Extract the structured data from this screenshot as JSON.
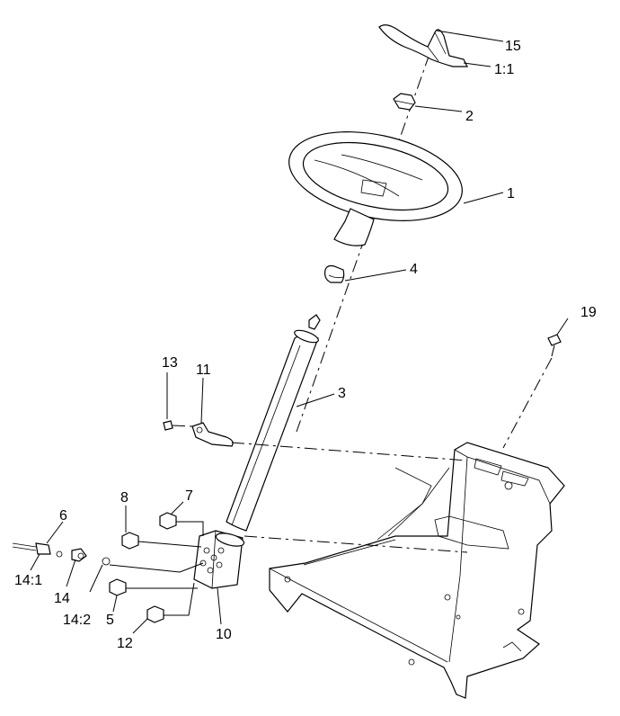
{
  "callouts": {
    "c15": "15",
    "c1_1": "1:1",
    "c2": "2",
    "c1": "1",
    "c4": "4",
    "c19": "19",
    "c13": "13",
    "c11": "11",
    "c3": "3",
    "c8": "8",
    "c7": "7",
    "c6": "6",
    "c14_1": "14:1",
    "c14": "14",
    "c14_2": "14:2",
    "c5": "5",
    "c12": "12",
    "c10": "10"
  },
  "colors": {
    "line": "#000000",
    "background": "#ffffff"
  }
}
